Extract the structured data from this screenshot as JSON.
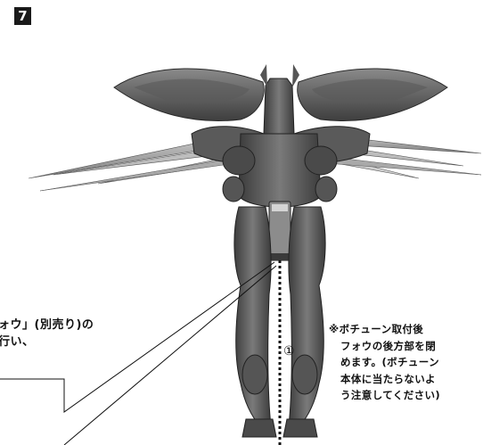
{
  "step": {
    "number": "7"
  },
  "left_note": {
    "lines": [
      "ォウ」(別売り)の",
      "行い、"
    ]
  },
  "right_note": {
    "lines": [
      "※ボチューン取付後",
      "フォウの後方部を閉",
      "めます。(ボチューン",
      "本体に当たらないよ",
      "う注意してください)"
    ]
  },
  "arrow_label": {
    "text": "①"
  },
  "colors": {
    "robot_dark": "#4a4a4a",
    "robot_mid": "#6e6e6e",
    "robot_light": "#9a9a9a",
    "ink": "#111111"
  },
  "illustration": {
    "icon": "robot-figure-back-view"
  }
}
